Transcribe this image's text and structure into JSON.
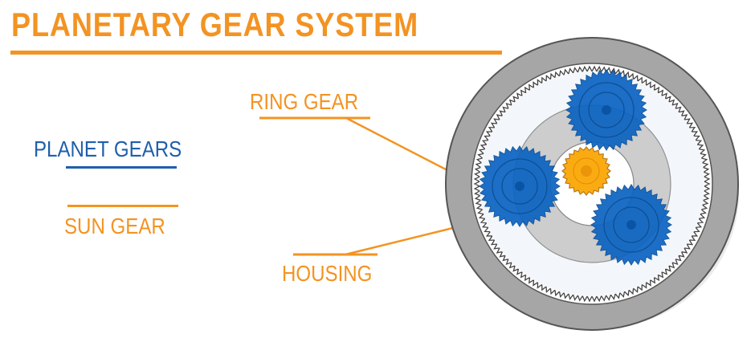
{
  "title": "PLANETARY GEAR SYSTEM",
  "labels": {
    "planet_gears": "PLANET GEARS",
    "sun_gear": "SUN GEAR",
    "ring_gear": "RING GEAR",
    "housing": "HOUSING"
  },
  "colors": {
    "accent_orange": "#f39322",
    "planet_blue": "#1f5fad",
    "gear_blue": "#0a63c2",
    "sun_yellow": "#fbab12",
    "housing_gray": "#a6a6a6"
  }
}
